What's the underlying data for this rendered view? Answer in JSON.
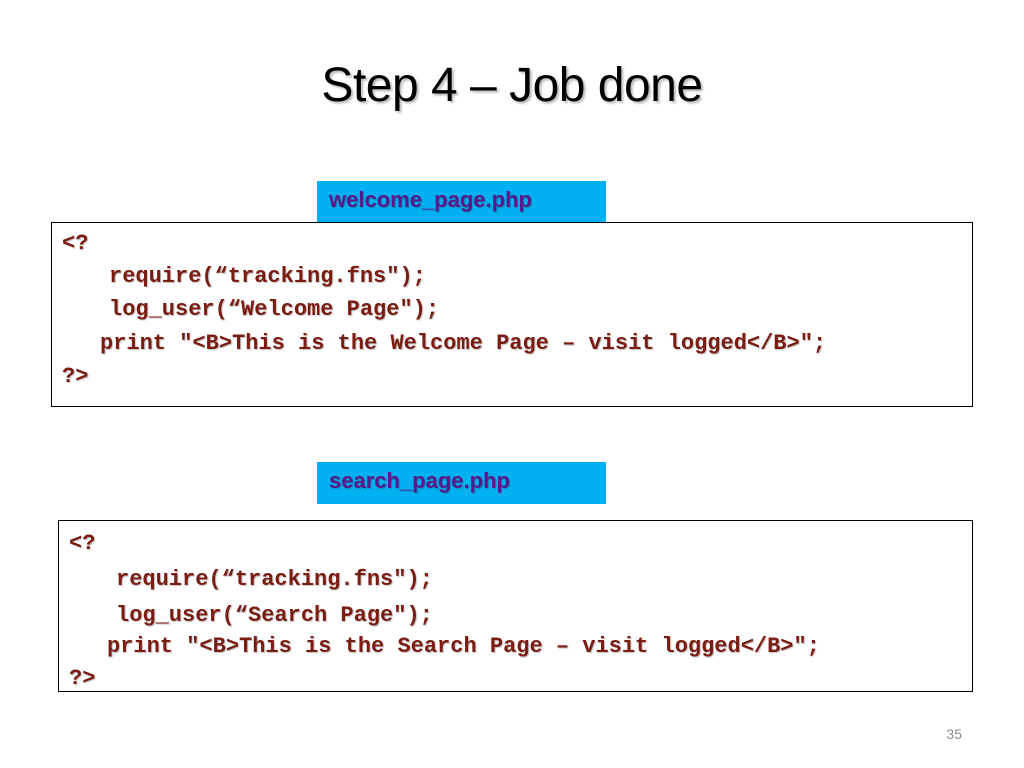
{
  "slide": {
    "title": "Step 4 – Job done",
    "page_number": "35"
  },
  "welcome_block": {
    "file_label": "welcome_page.php",
    "lines": [
      "<?",
      "require(“tracking.fns\");",
      "log_user(“Welcome Page\");",
      "print \"<B>This is the Welcome Page – visit logged</B>\";",
      "?>"
    ]
  },
  "search_block": {
    "file_label": "search_page.php",
    "lines": [
      "<?",
      "require(“tracking.fns\");",
      "log_user(“Search Page\");",
      "print \"<B>This is the Search Page – visit logged</B>\";",
      "?>"
    ]
  },
  "colors": {
    "label_background": "#00b0f0",
    "label_text": "#5a168a",
    "code_text": "#7a1c12"
  }
}
